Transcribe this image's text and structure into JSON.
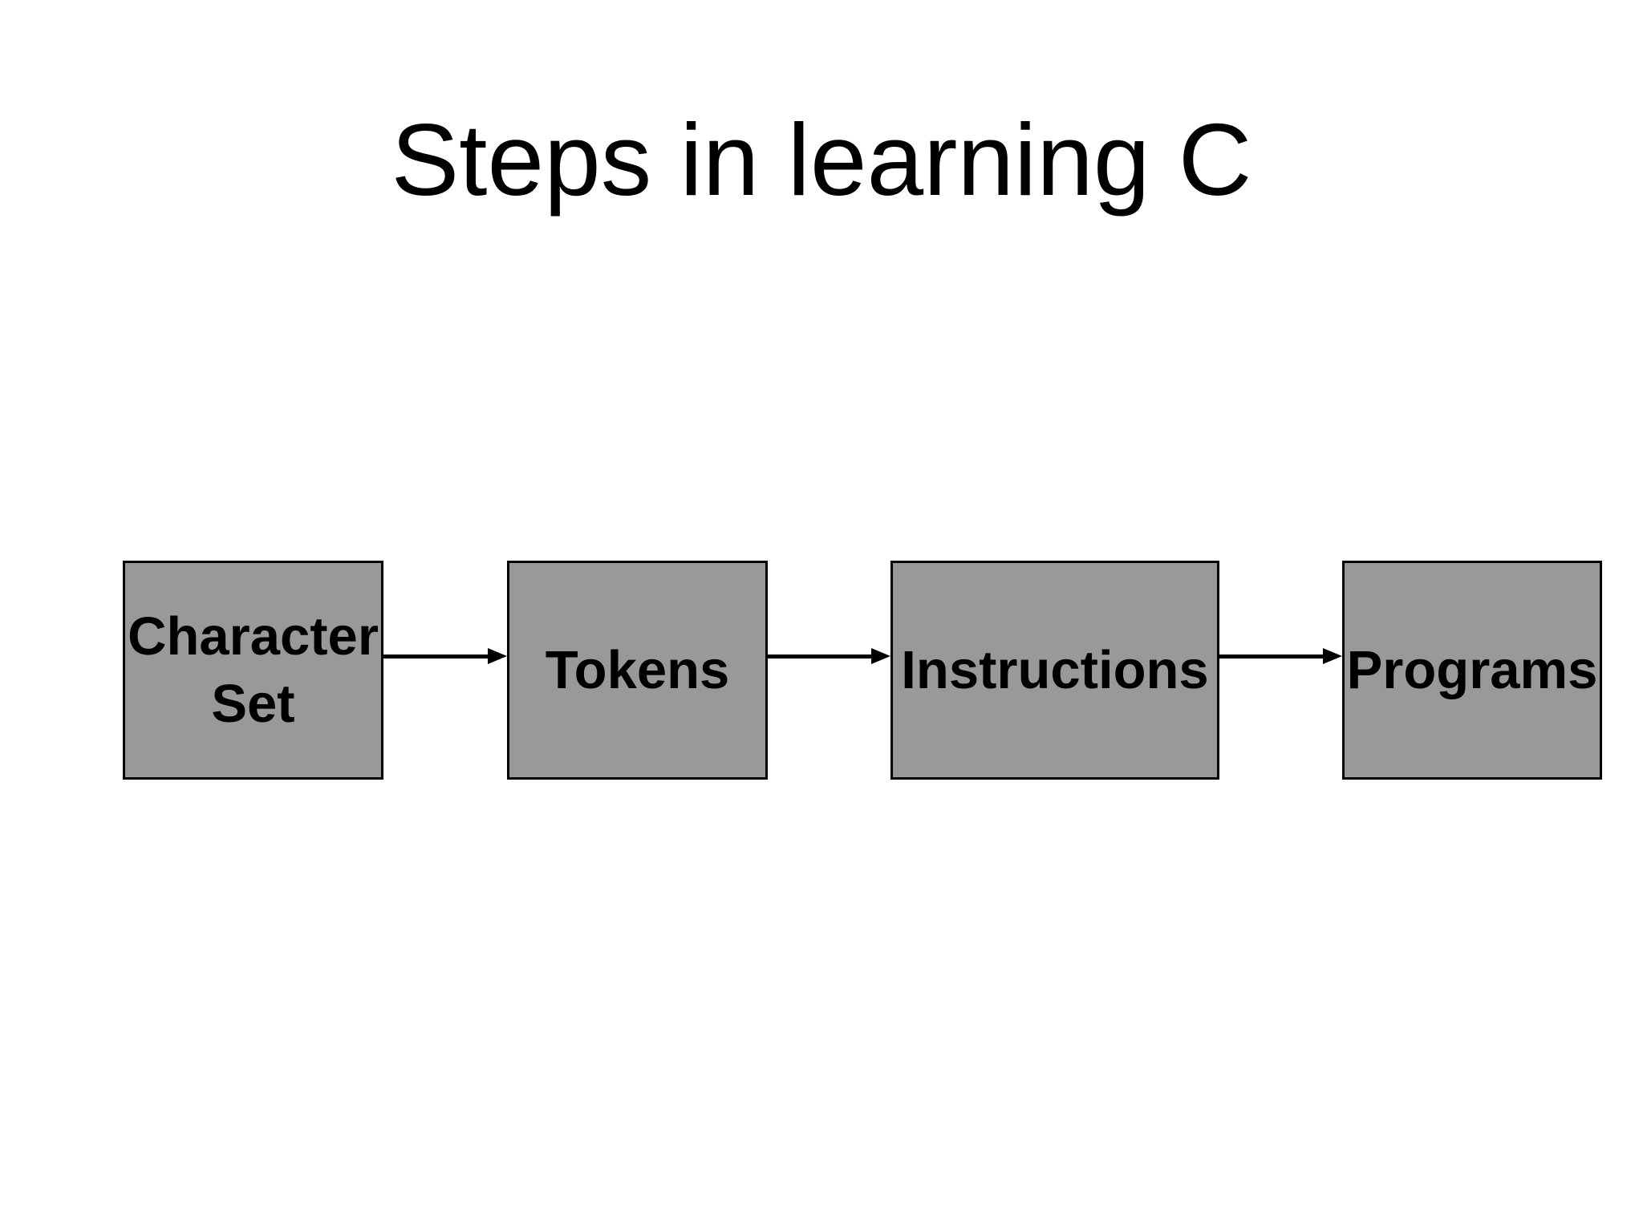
{
  "slide": {
    "title": "Steps in learning C"
  },
  "colors": {
    "background": "#ffffff",
    "title_text": "#000000",
    "box_fill": "#999999",
    "box_border": "#000000",
    "box_text": "#000000",
    "arrow": "#000000"
  },
  "diagram": {
    "type": "flow-left-to-right",
    "nodes": [
      {
        "id": "character-set",
        "label": "Character Set"
      },
      {
        "id": "tokens",
        "label": "Tokens"
      },
      {
        "id": "instructions",
        "label": "Instructions"
      },
      {
        "id": "programs",
        "label": "Programs"
      }
    ],
    "edges": [
      {
        "from": "character-set",
        "to": "tokens"
      },
      {
        "from": "tokens",
        "to": "instructions"
      },
      {
        "from": "instructions",
        "to": "programs"
      }
    ]
  }
}
